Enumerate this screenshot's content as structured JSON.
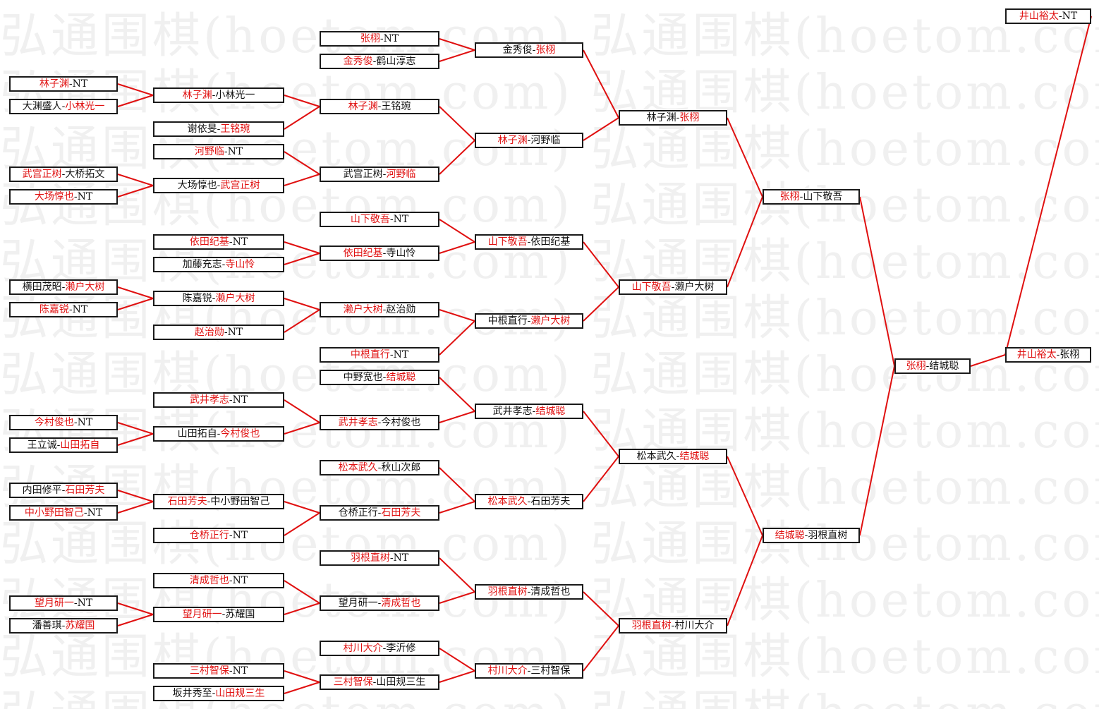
{
  "watermark": "弘通围棋(hoetom.com)",
  "colors": {
    "winner": "#e01010",
    "loser": "#111111",
    "line": "#e01010",
    "border": "#1a1a1a"
  },
  "rounds": [
    {
      "matches": [
        {
          "p1": "林子渊",
          "p2": "NT",
          "winner": 1
        },
        {
          "p1": "大渊盛人",
          "p2": "小林光一",
          "winner": 2
        },
        {
          "p1": "武宫正树",
          "p2": "大桥拓文",
          "winner": 1
        },
        {
          "p1": "大场惇也",
          "p2": "NT",
          "winner": 1
        },
        {
          "p1": "横田茂昭",
          "p2": "濑户大树",
          "winner": 2
        },
        {
          "p1": "陈嘉锐",
          "p2": "NT",
          "winner": 1
        },
        {
          "p1": "今村俊也",
          "p2": "NT",
          "winner": 1
        },
        {
          "p1": "王立诚",
          "p2": "山田拓自",
          "winner": 2
        },
        {
          "p1": "内田修平",
          "p2": "石田芳夫",
          "winner": 2
        },
        {
          "p1": "中小野田智己",
          "p2": "NT",
          "winner": 1
        },
        {
          "p1": "望月研一",
          "p2": "NT",
          "winner": 1
        },
        {
          "p1": "潘善琪",
          "p2": "苏耀国",
          "winner": 2
        }
      ]
    },
    {
      "matches": [
        {
          "p1": "林子渊",
          "p2": "小林光一",
          "winner": 1
        },
        {
          "p1": "谢依旻",
          "p2": "王铭琬",
          "winner": 2
        },
        {
          "p1": "河野临",
          "p2": "NT",
          "winner": 1
        },
        {
          "p1": "大场惇也",
          "p2": "武宫正树",
          "winner": 2
        },
        {
          "p1": "依田纪基",
          "p2": "NT",
          "winner": 1
        },
        {
          "p1": "加藤充志",
          "p2": "寺山怜",
          "winner": 2
        },
        {
          "p1": "陈嘉锐",
          "p2": "濑户大树",
          "winner": 2
        },
        {
          "p1": "赵治勋",
          "p2": "NT",
          "winner": 1
        },
        {
          "p1": "武井孝志",
          "p2": "NT",
          "winner": 1
        },
        {
          "p1": "山田拓自",
          "p2": "今村俊也",
          "winner": 2
        },
        {
          "p1": "石田芳夫",
          "p2": "中小野田智己",
          "winner": 1
        },
        {
          "p1": "仓桥正行",
          "p2": "NT",
          "winner": 1
        },
        {
          "p1": "清成哲也",
          "p2": "NT",
          "winner": 1
        },
        {
          "p1": "望月研一",
          "p2": "苏耀国",
          "winner": 1
        },
        {
          "p1": "三村智保",
          "p2": "NT",
          "winner": 1
        },
        {
          "p1": "坂井秀至",
          "p2": "山田规三生",
          "winner": 2
        }
      ]
    },
    {
      "matches": [
        {
          "p1": "张栩",
          "p2": "NT",
          "winner": 1
        },
        {
          "p1": "金秀俊",
          "p2": "鹤山淳志",
          "winner": 1
        },
        {
          "p1": "林子渊",
          "p2": "王铭琬",
          "winner": 1
        },
        {
          "p1": "武宫正树",
          "p2": "河野临",
          "winner": 2
        },
        {
          "p1": "山下敬吾",
          "p2": "NT",
          "winner": 1
        },
        {
          "p1": "依田纪基",
          "p2": "寺山怜",
          "winner": 1
        },
        {
          "p1": "濑户大树",
          "p2": "赵治勋",
          "winner": 1
        },
        {
          "p1": "中根直行",
          "p2": "NT",
          "winner": 1
        },
        {
          "p1": "中野宽也",
          "p2": "结城聪",
          "winner": 2
        },
        {
          "p1": "武井孝志",
          "p2": "今村俊也",
          "winner": 1
        },
        {
          "p1": "松本武久",
          "p2": "秋山次郎",
          "winner": 1
        },
        {
          "p1": "仓桥正行",
          "p2": "石田芳夫",
          "winner": 2
        },
        {
          "p1": "羽根直树",
          "p2": "NT",
          "winner": 1
        },
        {
          "p1": "望月研一",
          "p2": "清成哲也",
          "winner": 2
        },
        {
          "p1": "村川大介",
          "p2": "李沂修",
          "winner": 1
        },
        {
          "p1": "三村智保",
          "p2": "山田规三生",
          "winner": 1
        }
      ]
    },
    {
      "matches": [
        {
          "p1": "金秀俊",
          "p2": "张栩",
          "winner": 2
        },
        {
          "p1": "林子渊",
          "p2": "河野临",
          "winner": 1
        },
        {
          "p1": "山下敬吾",
          "p2": "依田纪基",
          "winner": 1
        },
        {
          "p1": "中根直行",
          "p2": "濑户大树",
          "winner": 2
        },
        {
          "p1": "武井孝志",
          "p2": "结城聪",
          "winner": 2
        },
        {
          "p1": "松本武久",
          "p2": "石田芳夫",
          "winner": 1
        },
        {
          "p1": "羽根直树",
          "p2": "清成哲也",
          "winner": 1
        },
        {
          "p1": "村川大介",
          "p2": "三村智保",
          "winner": 1
        }
      ]
    },
    {
      "matches": [
        {
          "p1": "林子渊",
          "p2": "张栩",
          "winner": 2
        },
        {
          "p1": "山下敬吾",
          "p2": "濑户大树",
          "winner": 1
        },
        {
          "p1": "松本武久",
          "p2": "结城聪",
          "winner": 2
        },
        {
          "p1": "羽根直树",
          "p2": "村川大介",
          "winner": 1
        }
      ]
    },
    {
      "matches": [
        {
          "p1": "张栩",
          "p2": "山下敬吾",
          "winner": 1
        },
        {
          "p1": "结城聪",
          "p2": "羽根直树",
          "winner": 1
        }
      ]
    },
    {
      "matches": [
        {
          "p1": "张栩",
          "p2": "结城聪",
          "winner": 1
        }
      ]
    },
    {
      "matches": [
        {
          "p1": "井山裕太",
          "p2": "NT",
          "winner": 1
        },
        {
          "p1": "井山裕太",
          "p2": "张栩",
          "winner": 1
        }
      ]
    }
  ]
}
